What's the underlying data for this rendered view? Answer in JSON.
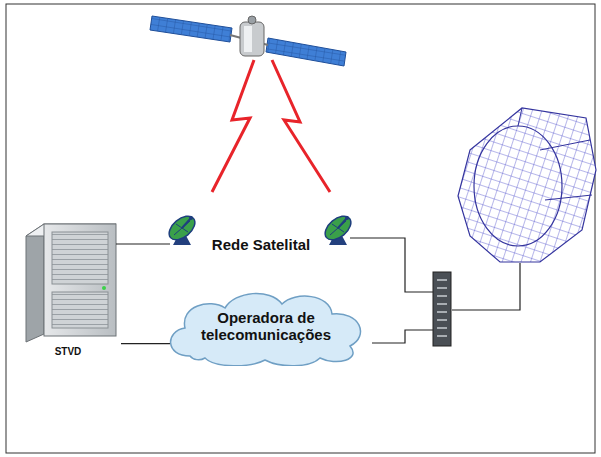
{
  "diagram": {
    "nodes": [
      {
        "text": [
          "STVD"
        ]
      },
      {
        "text": [
          "Operadora de telecomunicações"
        ]
      }
    ],
    "edges": [
      {
        "from": 0,
        "to": 1,
        "arrow": "none"
      }
    ],
    "labels": [
      "Rede Satelital"
    ]
  }
}
